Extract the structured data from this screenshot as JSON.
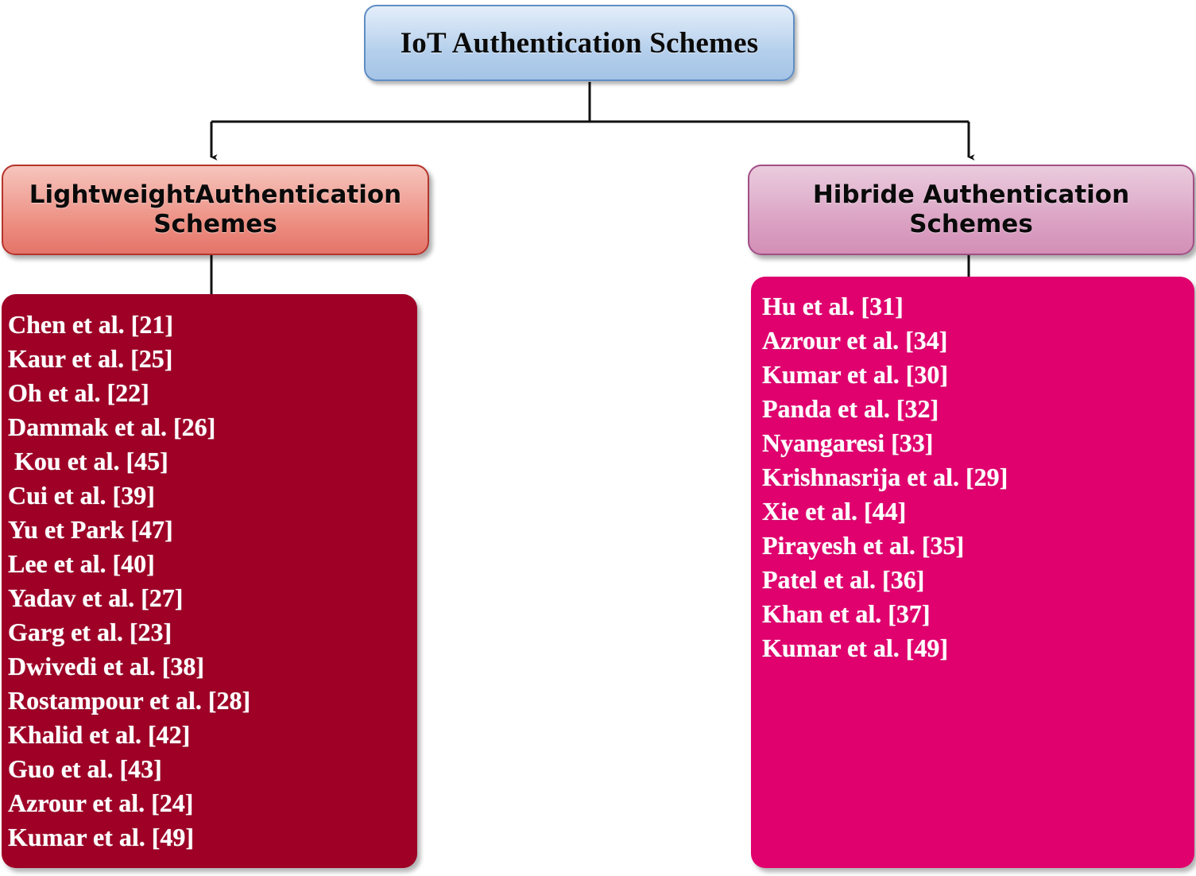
{
  "diagram": {
    "type": "tree-taxonomy",
    "root": {
      "label": "IoT Authentication Schemes",
      "color": "#b4cfec"
    },
    "branches": [
      {
        "id": "lightweight",
        "label": "LightweightAuthentication Schemes",
        "header_color": "#ec8c7f",
        "list_color": "#9e0026",
        "items": [
          "Chen et al. [21]",
          "Kaur et al. [25]",
          "Oh et al. [22]",
          "Dammak et al. [26]",
          " Kou et al. [45]",
          "Cui et al. [39]",
          "Yu et Park [47]",
          "Lee et al. [40]",
          "Yadav et al. [27]",
          "Garg et al. [23]",
          "Dwivedi et al. [38]",
          "Rostampour et al. [28]",
          "Khalid et al. [42]",
          "Guo et al. [43]",
          "Azrour et al. [24]",
          "Kumar et al. [49]"
        ]
      },
      {
        "id": "hibride",
        "label": "Hibride Authentication Schemes",
        "header_color": "#daa0c2",
        "list_color": "#e0006e",
        "items": [
          "Hu et al. [31]",
          "Azrour et al. [34]",
          "Kumar et al. [30]",
          "Panda et al. [32]",
          "Nyangaresi [33]",
          "Krishnasrija et al. [29]",
          "Xie et al. [44]",
          "Pirayesh et al. [35]",
          "Patel et al. [36]",
          "Khan et al. [37]",
          "Kumar et al. [49]"
        ]
      }
    ]
  }
}
